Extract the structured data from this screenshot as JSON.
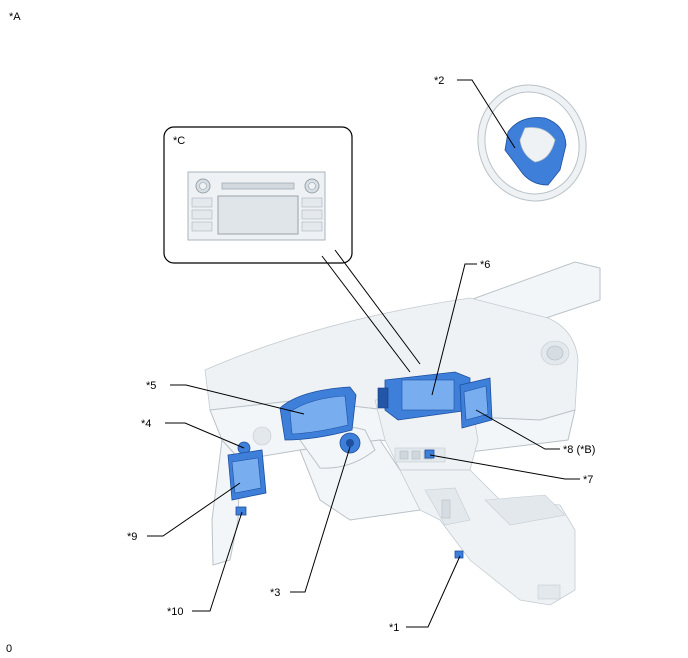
{
  "diagram": {
    "view_label": "*A",
    "footer_text": "0",
    "detail_label": "*C",
    "callouts": {
      "c1": "*1",
      "c2": "*2",
      "c3": "*3",
      "c4": "*4",
      "c5": "*5",
      "c6": "*6",
      "c7": "*7",
      "c8": "*8 (*B)",
      "c9": "*9",
      "c10": "*10"
    },
    "highlight_color": "#3d7fd9",
    "line_color": "#000000"
  }
}
